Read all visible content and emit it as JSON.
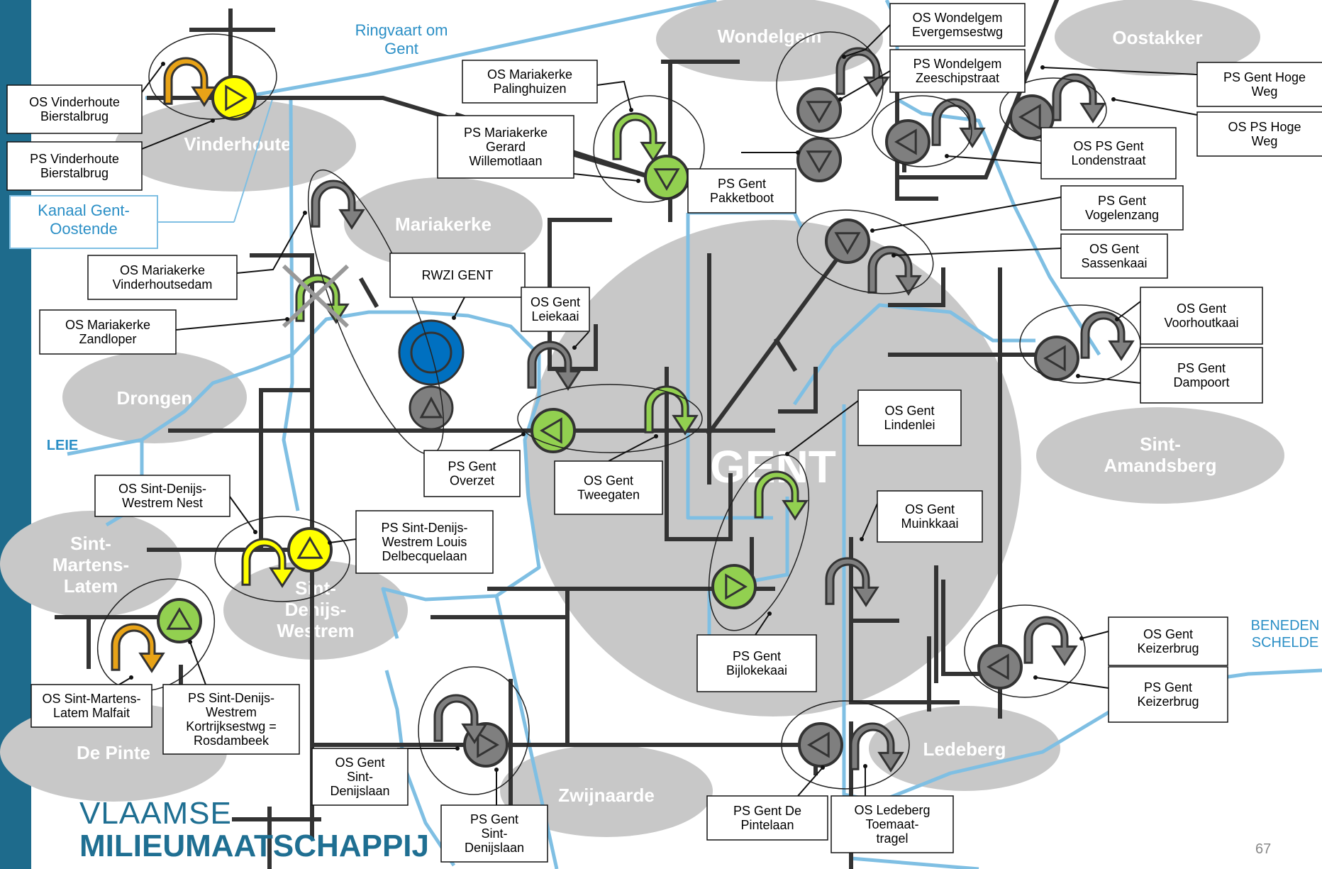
{
  "areas": [
    {
      "id": "wondelgem",
      "name": "Wondelgem"
    },
    {
      "id": "oostakker",
      "name": "Oostakker"
    },
    {
      "id": "vinderhoute",
      "name": "Vinderhoute"
    },
    {
      "id": "mariakerke",
      "name": "Mariakerke"
    },
    {
      "id": "drongen",
      "name": "Drongen"
    },
    {
      "id": "gent",
      "name": "GENT"
    },
    {
      "id": "sint-amandsberg",
      "lines": [
        "Sint-",
        "Amandsberg"
      ]
    },
    {
      "id": "sint-martens-latem",
      "lines": [
        "Sint-",
        "Martens-",
        "Latem"
      ]
    },
    {
      "id": "sint-denijs-westrem",
      "lines": [
        "Sint-",
        "Denijs-",
        "Westrem"
      ]
    },
    {
      "id": "de-pinte",
      "name": "De Pinte"
    },
    {
      "id": "zwijnaarde",
      "name": "Zwijnaarde"
    },
    {
      "id": "ledeberg",
      "name": "Ledeberg"
    }
  ],
  "waterways": {
    "ringvaart": [
      "Ringvaart om",
      "Gent"
    ],
    "kanaal": [
      "Kanaal Gent-",
      "Oostende"
    ],
    "leie": "LEIE",
    "schelde": [
      "BENEDEN",
      "SCHELDE"
    ]
  },
  "labels": [
    {
      "id": "os-vinderhoute-bierstalbrug",
      "lines": [
        "OS Vinderhoute",
        "Bierstalbrug"
      ]
    },
    {
      "id": "ps-vinderhoute-bierstalbrug",
      "lines": [
        "PS Vinderhoute",
        "Bierstalbrug"
      ]
    },
    {
      "id": "os-mariakerke-palinghuizen",
      "lines": [
        "OS Mariakerke",
        "Palinghuizen"
      ]
    },
    {
      "id": "ps-mariakerke-gerard",
      "lines": [
        "PS Mariakerke",
        "Gerard",
        "Willemotlaan"
      ]
    },
    {
      "id": "os-wondelgem-evergem",
      "lines": [
        "OS Wondelgem",
        "Evergemsestwg"
      ]
    },
    {
      "id": "ps-wondelgem-zeeschip",
      "lines": [
        "PS Wondelgem",
        "Zeeschipstraat"
      ]
    },
    {
      "id": "ps-gent-hoge-weg",
      "lines": [
        "PS Gent Hoge",
        "Weg"
      ]
    },
    {
      "id": "os-ps-hoge-weg",
      "lines": [
        "OS PS Hoge",
        "Weg"
      ]
    },
    {
      "id": "os-ps-gent-londenstraat",
      "lines": [
        "OS PS Gent",
        "Londenstraat"
      ]
    },
    {
      "id": "ps-gent-pakketboot",
      "lines": [
        "PS Gent",
        "Pakketboot"
      ]
    },
    {
      "id": "ps-gent-vogelenzang",
      "lines": [
        "PS Gent",
        "Vogelenzang"
      ]
    },
    {
      "id": "os-gent-sassenkaai",
      "lines": [
        "OS Gent",
        "Sassenkaai"
      ]
    },
    {
      "id": "os-mariakerke-vinderhoutsedam",
      "lines": [
        "OS Mariakerke",
        "Vinderhoutsedam"
      ]
    },
    {
      "id": "os-mariakerke-zandloper",
      "lines": [
        "OS Mariakerke",
        "Zandloper"
      ]
    },
    {
      "id": "rwzi-gent",
      "lines": [
        "RWZI GENT"
      ]
    },
    {
      "id": "os-gent-leiekaai",
      "lines": [
        "OS Gent",
        "Leiekaai"
      ]
    },
    {
      "id": "os-gent-voorhoutkaai",
      "lines": [
        "OS Gent",
        "Voorhoutkaai"
      ]
    },
    {
      "id": "ps-gent-dampoort",
      "lines": [
        "PS Gent",
        "Dampoort"
      ]
    },
    {
      "id": "os-gent-lindenlei",
      "lines": [
        "OS Gent",
        "Lindenlei"
      ]
    },
    {
      "id": "ps-gent-overzet",
      "lines": [
        "PS Gent",
        "Overzet"
      ]
    },
    {
      "id": "os-gent-tweegaten",
      "lines": [
        "OS Gent",
        "Tweegaten"
      ]
    },
    {
      "id": "os-sint-denijs-westrem-nest",
      "lines": [
        "OS Sint-Denijs-",
        "Westrem Nest"
      ]
    },
    {
      "id": "ps-sint-denijs-westrem-louis",
      "lines": [
        "PS  Sint-Denijs-",
        "Westrem Louis",
        "Delbecquelaan"
      ]
    },
    {
      "id": "os-gent-muinkkaai",
      "lines": [
        "OS Gent",
        "Muinkkaai"
      ]
    },
    {
      "id": "ps-gent-bijlokekaai",
      "lines": [
        "PS Gent",
        "Bijlokekaai"
      ]
    },
    {
      "id": "os-gent-keizerbrug",
      "lines": [
        "OS Gent",
        "Keizerbrug"
      ]
    },
    {
      "id": "ps-gent-keizerbrug",
      "lines": [
        "PS Gent",
        "Keizerbrug"
      ]
    },
    {
      "id": "os-sint-martens-latem-malfait",
      "lines": [
        "OS Sint-Martens-",
        "Latem Malfait"
      ]
    },
    {
      "id": "ps-sint-denijs-westrem-kortrijk",
      "lines": [
        "PS Sint-Denijs-",
        "Westrem",
        "Kortrijksestwg =",
        "Rosdambeek"
      ]
    },
    {
      "id": "os-gent-sint-denijslaan",
      "lines": [
        "OS Gent",
        "Sint-",
        "Denijslaan"
      ]
    },
    {
      "id": "ps-gent-sint-denijslaan",
      "lines": [
        "PS Gent",
        "Sint-",
        "Denijslaan"
      ]
    },
    {
      "id": "ps-gent-de-pintelaan",
      "lines": [
        "PS Gent De",
        "Pintelaan"
      ]
    },
    {
      "id": "os-ledeberg-toemaat",
      "lines": [
        "OS Ledeberg",
        "Toemaat-",
        "tragel"
      ]
    }
  ],
  "legend_colors": {
    "yellow": "#ffff00",
    "green": "#92d050",
    "grey": "#7f7f7f",
    "orange": "#e8a317",
    "blue": "#0070c0",
    "water": "#7fbfe3",
    "area": "#c8c8c8"
  },
  "logo": {
    "line1": "VLAAMSE",
    "line2": "MILIEUMAATSCHAPPIJ"
  },
  "page_number": "67"
}
